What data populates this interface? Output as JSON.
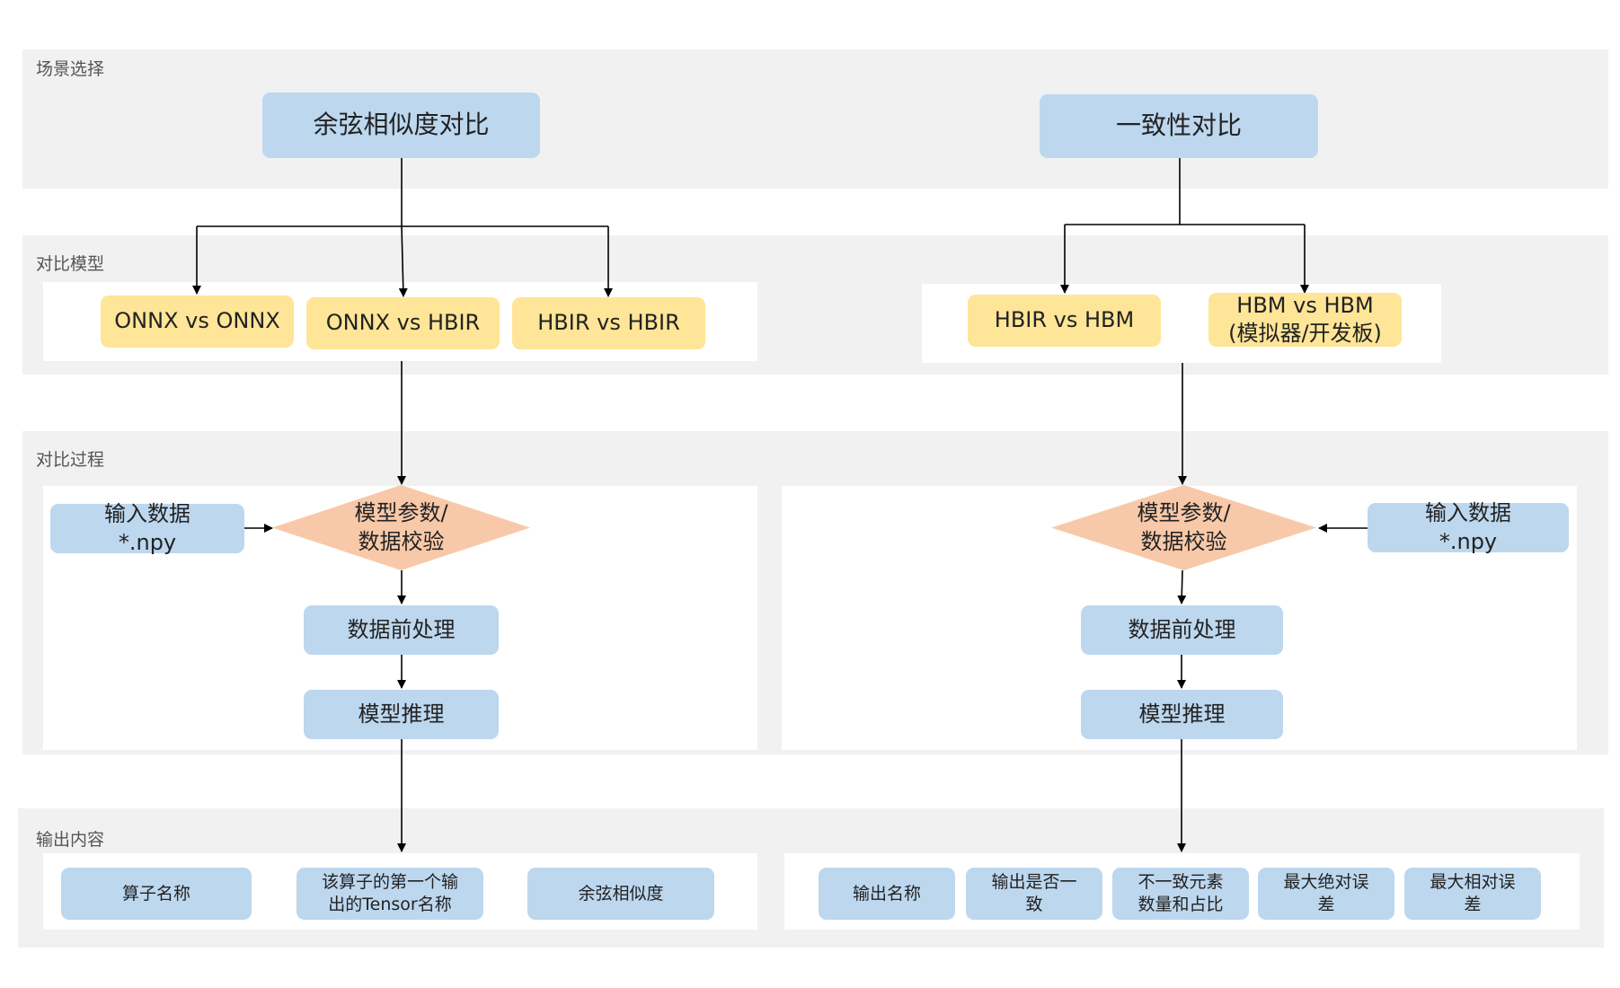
{
  "bands": {
    "scene": "场景选择",
    "model": "对比模型",
    "process": "对比过程",
    "output": "输出内容"
  },
  "left": {
    "scene": "余弦相似度对比",
    "models": [
      "ONNX vs ONNX",
      "ONNX vs HBIR",
      "HBIR vs HBIR"
    ],
    "input": "输入数据\n*.npy",
    "check": "模型参数/\n数据校验",
    "preprocess": "数据前处理",
    "infer": "模型推理",
    "outputs": [
      "算子名称",
      "该算子的第一个输\n出的Tensor名称",
      "余弦相似度"
    ]
  },
  "right": {
    "scene": "一致性对比",
    "models": [
      "HBIR vs HBM",
      "HBM vs HBM\n(模拟器/开发板)"
    ],
    "input": "输入数据\n*.npy",
    "check": "模型参数/\n数据校验",
    "preprocess": "数据前处理",
    "infer": "模型推理",
    "outputs": [
      "输出名称",
      "输出是否一\n致",
      "不一致元素\n数量和占比",
      "最大绝对误\n差",
      "最大相对误\n差"
    ]
  },
  "colors": {
    "band": "#f1f1f1",
    "blue_box": "#bdd7ee",
    "yellow_box": "#fee597",
    "diamond": "#f8c9a9",
    "line": "#000000"
  }
}
